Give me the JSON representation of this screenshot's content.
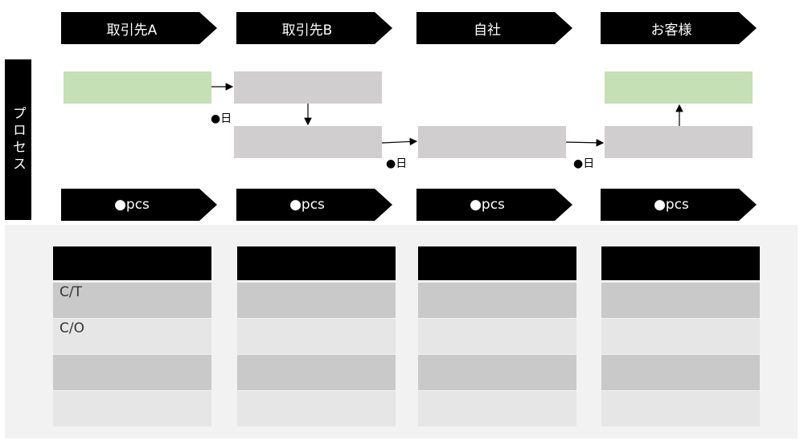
{
  "stages": [
    {
      "name": "取引先A",
      "qty": "●pcs"
    },
    {
      "name": "取引先B",
      "qty": "●pcs"
    },
    {
      "name": "自社",
      "qty": "●pcs"
    },
    {
      "name": "お客様",
      "qty": "●pcs"
    }
  ],
  "process_label": "プロセス",
  "day_labels": [
    "●日",
    "●日",
    "●日"
  ],
  "table": {
    "row_labels": [
      "C/T",
      "C/O"
    ]
  },
  "colors": {
    "green_box": "#c5e0b4",
    "grey_box": "#d0cece",
    "header_bg": "#000000",
    "table_bg": "#f2f2f2",
    "cell_dark": "#c9c9c9",
    "cell_light": "#e6e6e6"
  }
}
